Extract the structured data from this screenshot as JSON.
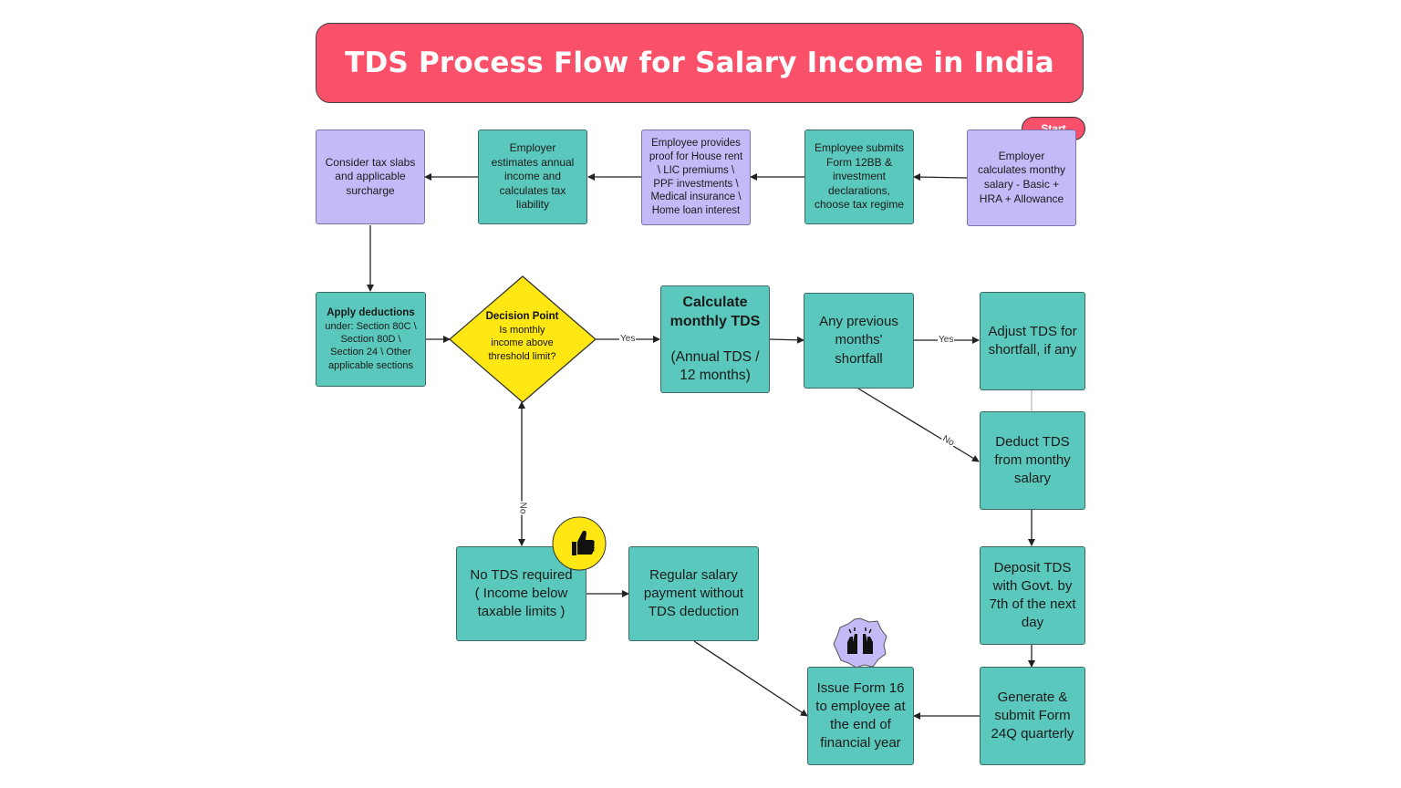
{
  "title": "TDS Process Flow for Salary Income in India",
  "start_label": "Start",
  "nodes": {
    "employer_calculates": "Employer\ncalculates monthy\nsalary - Basic +\nHRA + Allowance",
    "employee_submits": "Employee submits\nForm 12BB &\ninvestment\ndeclarations,\nchoose tax regime",
    "employee_provides": "Employee provides\nproof for House rent\n\\ LIC premiums \\\nPPF investments \\\nMedical insurance \\\nHome loan interest",
    "employer_estimates": "Employer\nestimates annual\nincome and\ncalculates tax\nliability",
    "consider_tax_slabs": "Consider tax slabs\nand applicable\nsurcharge",
    "apply_deductions_title": "Apply deductions",
    "apply_deductions_body": "under: Section 80C \\\nSection 80D \\\nSection 24 \\ Other\napplicable sections",
    "decision_title": "Decision Point",
    "decision_body": "Is monthly\nincome above\nthreshold limit?",
    "calc_monthly_title": "Calculate\nmonthly TDS",
    "calc_monthly_body": "(Annual TDS /\n12 months)",
    "any_previous": "Any previous\nmonths'\nshortfall",
    "adjust_tds": "Adjust TDS for\nshortfall, if any",
    "deduct_tds": "Deduct TDS\nfrom monthy\nsalary",
    "deposit_tds": "Deposit TDS\nwith Govt. by\n7th of the next\nday",
    "generate_form": "Generate &\nsubmit Form\n24Q quarterly",
    "issue_form16": "Issue Form 16\nto employee at\nthe end of\nfinancial year",
    "no_tds": "No TDS required\n( Income below\ntaxable limits )",
    "regular_salary": "Regular salary\npayment without\nTDS deduction"
  },
  "edge_labels": {
    "yes_decision": "Yes",
    "yes_shortfall": "Yes",
    "no_shortfall": "No",
    "no_decision": "No"
  },
  "colors": {
    "title_bg": "#fb5069",
    "teal": "#5ac8bc",
    "purple": "#c4baf7",
    "decision": "#ffe713",
    "thumbs_badge": "#ffe713",
    "hands_badge": "#c4baf7"
  },
  "icons": [
    "thumbs-up-icon",
    "raised-hands-icon"
  ]
}
